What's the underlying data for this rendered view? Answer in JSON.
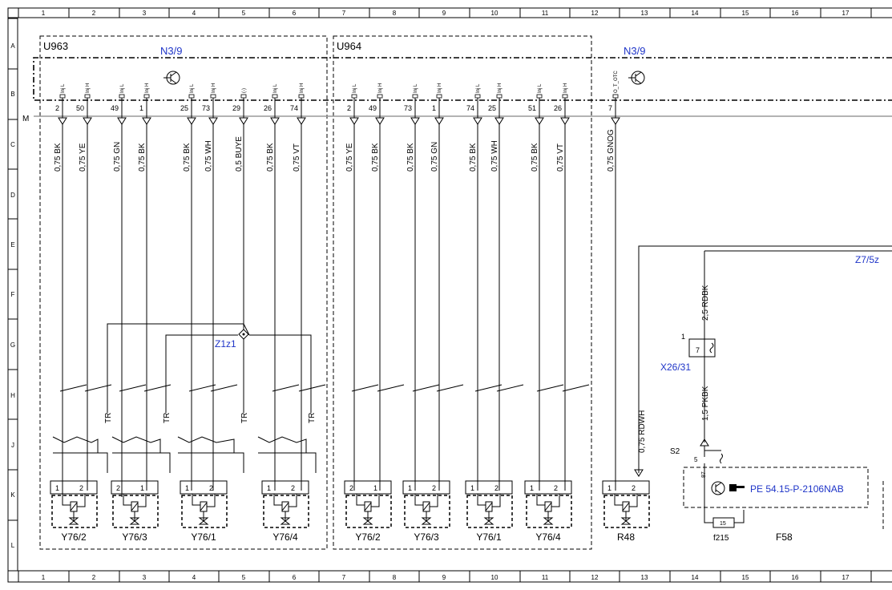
{
  "grid": {
    "columns": [
      "1",
      "2",
      "3",
      "4",
      "5",
      "6",
      "7",
      "8",
      "9",
      "10",
      "11",
      "12",
      "13",
      "14",
      "15",
      "16",
      "17"
    ],
    "rows": [
      "A",
      "B",
      "C",
      "D",
      "E",
      "F",
      "G",
      "H",
      "J",
      "K",
      "L"
    ]
  },
  "modules": {
    "left_box": "U963",
    "right_box": "U964",
    "controller_left": "N3/9",
    "controller_right": "N3/9",
    "ground_label": "M"
  },
  "left_pins": [
    {
      "tag": "Inj L",
      "num": "2",
      "wire": "0,75 BK"
    },
    {
      "tag": "Inj H",
      "num": "50",
      "wire": "0,75 YE"
    },
    {
      "tag": "Inj L",
      "num": "49",
      "wire": "0,75 GN"
    },
    {
      "tag": "Inj H",
      "num": "1",
      "wire": "0,75 BK"
    },
    {
      "tag": "Inj L",
      "num": "25",
      "wire": "0,75 BK"
    },
    {
      "tag": "Inj H",
      "num": "73",
      "wire": "0,75 WH"
    },
    {
      "tag": "(-)",
      "num": "29",
      "wire": "0,5 BUYE"
    },
    {
      "tag": "Inj L",
      "num": "26",
      "wire": "0,75 BK"
    },
    {
      "tag": "Inj H",
      "num": "74",
      "wire": "0,75 VT"
    }
  ],
  "right_pins": [
    {
      "tag": "Inj L",
      "num": "2",
      "wire": "0,75 YE"
    },
    {
      "tag": "Inj H",
      "num": "49",
      "wire": "0,75 BK"
    },
    {
      "tag": "Inj L",
      "num": "73",
      "wire": "0,75 BK"
    },
    {
      "tag": "Inj H",
      "num": "1",
      "wire": "0,75 GN"
    },
    {
      "tag": "Inj L",
      "num": "74",
      "wire": "0,75 BK"
    },
    {
      "tag": "Inj H",
      "num": "25",
      "wire": "0,75 WH"
    },
    {
      "tag": "Inj L",
      "num": "51",
      "wire": "0,75 BK"
    },
    {
      "tag": "Inj H",
      "num": "26",
      "wire": "0,75 VT"
    },
    {
      "tag": "O_T_OTC",
      "num": "7",
      "wire": "0,75 GNOG"
    }
  ],
  "splice": "Z1z1",
  "tr_label": "TR",
  "valves_left": [
    {
      "name": "Y76/2",
      "pins": [
        "1",
        "2"
      ]
    },
    {
      "name": "Y76/3",
      "pins": [
        "2",
        "1"
      ]
    },
    {
      "name": "Y76/1",
      "pins": [
        "1",
        "2"
      ]
    },
    {
      "name": "Y76/4",
      "pins": [
        "1",
        "2"
      ]
    }
  ],
  "valves_right": [
    {
      "name": "Y76/2",
      "pins": [
        "2",
        "1"
      ]
    },
    {
      "name": "Y76/3",
      "pins": [
        "1",
        "2"
      ]
    },
    {
      "name": "Y76/1",
      "pins": [
        "1",
        "2"
      ]
    },
    {
      "name": "Y76/4",
      "pins": [
        "1",
        "2"
      ]
    }
  ],
  "r48": {
    "name": "R48",
    "pins": [
      "1",
      "2"
    ],
    "wire": "0,75 RDWH"
  },
  "right_side": {
    "connector_top": "Z7/5z",
    "wire_top": "2,5 RDBK",
    "wire_mid": "1,5 PKBK",
    "connector": "X26/31",
    "connector_pin": "1",
    "connector_inner": "7",
    "relay": "S2",
    "relay_pin_5": "5",
    "relay_pin_87": "87",
    "ref": "PE 54.15-P-2106NAB",
    "fuse_value": "15",
    "fuse": "f215",
    "fuse_box": "F58"
  }
}
